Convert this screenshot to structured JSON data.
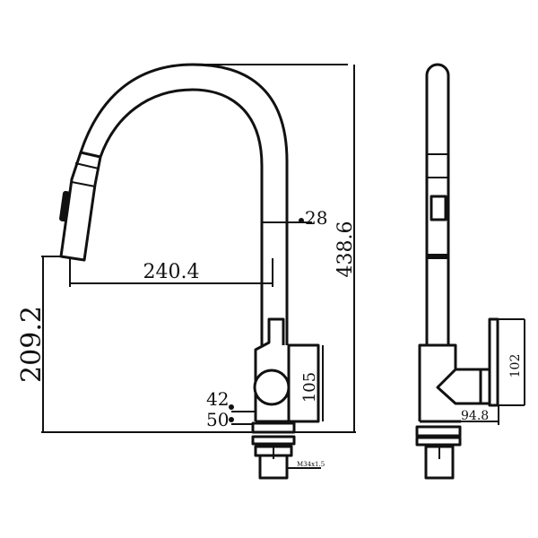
{
  "dimensions": {
    "height_total": "438.6",
    "reach": "240.4",
    "spout_height": "209.2",
    "pipe_diameter": "28",
    "body_height": "105",
    "base_diameter_top": "42",
    "base_diameter_bottom": "50",
    "thread": "M34x1.5",
    "side_handle_height": "102",
    "side_depth": "94.8"
  },
  "colors": {
    "line": "#111111",
    "background": "#ffffff"
  }
}
